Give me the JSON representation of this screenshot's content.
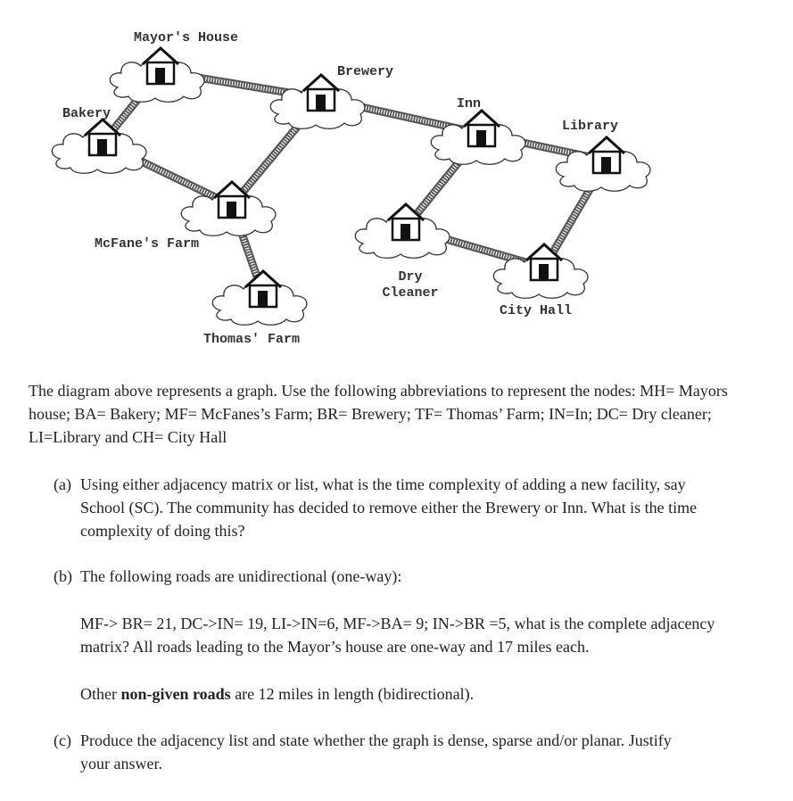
{
  "diagram": {
    "nodes": [
      {
        "id": "MH",
        "label": "Mayor's House"
      },
      {
        "id": "BR",
        "label": "Brewery"
      },
      {
        "id": "BA",
        "label": "Bakery"
      },
      {
        "id": "IN",
        "label": "Inn"
      },
      {
        "id": "LI",
        "label": "Library"
      },
      {
        "id": "MF",
        "label": "McFane's Farm"
      },
      {
        "id": "DC",
        "label": "Dry\nCleaner"
      },
      {
        "id": "CH",
        "label": "City Hall"
      },
      {
        "id": "TF",
        "label": "Thomas' Farm"
      }
    ],
    "edges": [
      [
        "MH",
        "BR"
      ],
      [
        "MH",
        "BA"
      ],
      [
        "BR",
        "MF"
      ],
      [
        "BR",
        "IN"
      ],
      [
        "BA",
        "MF"
      ],
      [
        "MF",
        "TF"
      ],
      [
        "IN",
        "LI"
      ],
      [
        "IN",
        "DC"
      ],
      [
        "DC",
        "CH"
      ],
      [
        "LI",
        "CH"
      ]
    ]
  },
  "text": {
    "intro": "The diagram above represents a graph. Use the following abbreviations to represent the nodes: MH= Mayors house; BA= Bakery; MF= McFanes’s Farm; BR= Brewery; TF= Thomas’ Farm; IN=In; DC= Dry cleaner; LI=Library and CH= City Hall",
    "qa_label": "(a)",
    "qa_text": "Using either adjacency matrix or list, what is the time complexity of adding a new facility, say School (SC). The community has decided to remove either the Brewery or Inn. What is the time complexity of doing this?",
    "qb_label": "(b)",
    "qb_text": "The following roads are unidirectional (one-way):",
    "qb_detail": "MF-> BR= 21, DC->IN= 19, LI->IN=6, MF->BA= 9; IN->BR =5, what is the complete adjacency matrix? All roads leading to the Mayor’s house are one-way and 17 miles each.",
    "qb_other_pre": "Other ",
    "qb_other_bold": "non-given roads",
    "qb_other_post": " are 12 miles in length (bidirectional).",
    "qc_label": "(c)",
    "qc_text": "Produce the adjacency list and state whether the graph is dense, sparse and/or planar. Justify your answer."
  }
}
